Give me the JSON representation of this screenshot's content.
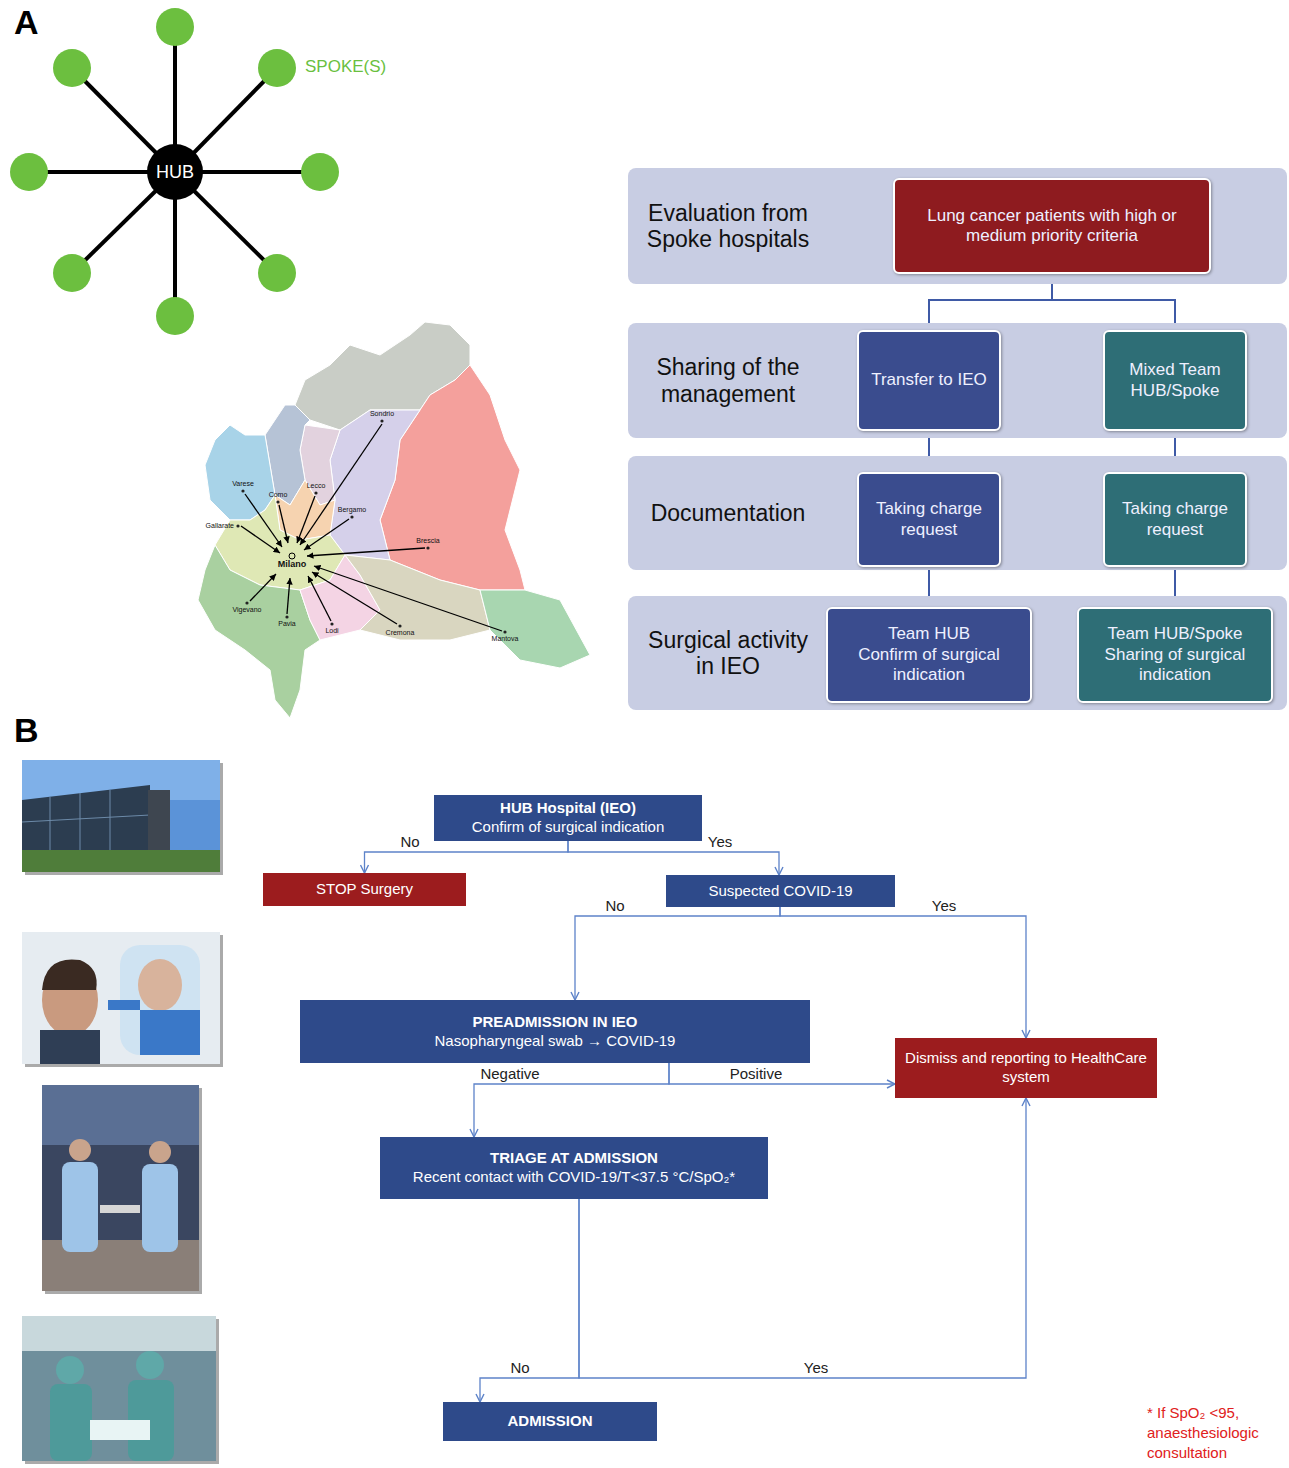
{
  "diagram": {
    "nodes": [
      {
        "text": [
          "HUB"
        ]
      },
      {
        "text": [
          "Evaluation from Spoke hospitals"
        ]
      },
      {
        "text": [
          "Lung cancer patients with high or medium priority criteria"
        ],
        "in": 1
      },
      {
        "text": [
          "Sharing of the management"
        ]
      },
      {
        "text": [
          "Transfer to IEO"
        ],
        "in": 3
      },
      {
        "text": [
          "Mixed Team HUB/Spoke"
        ],
        "in": 3
      },
      {
        "text": [
          "Documentation"
        ]
      },
      {
        "text": [
          "Taking charge request"
        ],
        "in": 6
      },
      {
        "text": [
          "Taking charge request"
        ],
        "in": 6
      },
      {
        "text": [
          "Surgical activity in IEO"
        ]
      },
      {
        "text": [
          "Team HUB",
          "Confirm of surgical indication"
        ],
        "in": 9
      },
      {
        "text": [
          "Team HUB/Spoke",
          "Sharing of surgical indication"
        ],
        "in": 9
      },
      {
        "text": [
          "HUB Hospital (IEO)",
          "Confirm of surgical indication"
        ]
      },
      {
        "text": [
          "STOP Surgery"
        ]
      },
      {
        "text": [
          "Suspected COVID-19"
        ]
      },
      {
        "text": [
          "PREADMISSION IN IEO",
          "Nasopharyngeal swab → COVID-19"
        ]
      },
      {
        "text": [
          "Dismiss and reporting to HealthCare system"
        ]
      },
      {
        "text": [
          "TRIAGE AT ADMISSION",
          "Recent contact with COVID-19/T<37.5 °C/SpO₂*"
        ]
      },
      {
        "text": [
          "ADMISSION"
        ]
      }
    ],
    "edges": [
      {
        "from": 2,
        "to": 4,
        "arrow": "none"
      },
      {
        "from": 2,
        "to": 5,
        "arrow": "none"
      },
      {
        "from": 4,
        "to": 7,
        "arrow": "none"
      },
      {
        "from": 5,
        "to": 8,
        "arrow": "none"
      },
      {
        "from": 7,
        "to": 10,
        "arrow": "none"
      },
      {
        "from": 8,
        "to": 11,
        "arrow": "none"
      },
      {
        "from": 12,
        "to": 13,
        "label": "No",
        "arrow": "to"
      },
      {
        "from": 12,
        "to": 14,
        "label": "Yes",
        "arrow": "to"
      },
      {
        "from": 14,
        "to": 15,
        "label": "No",
        "arrow": "to"
      },
      {
        "from": 14,
        "to": 16,
        "label": "Yes",
        "arrow": "to"
      },
      {
        "from": 15,
        "to": 17,
        "label": "Negative",
        "arrow": "to"
      },
      {
        "from": 15,
        "to": 16,
        "label": "Positive",
        "arrow": "to"
      },
      {
        "from": 17,
        "to": 18,
        "label": "No",
        "arrow": "to"
      },
      {
        "from": 17,
        "to": 16,
        "label": "Yes",
        "arrow": "to"
      }
    ],
    "labels": [
      "A",
      "SPOKE(S)",
      "Sondrio",
      "Varese",
      "Como",
      "Lecco",
      "Bergamo",
      "Gallarate",
      "Milano",
      "Brescia",
      "Vigevano",
      "Pavia",
      "Lodi",
      "Cremona",
      "Mantova",
      "B",
      "* If SpO₂ <95, anaesthesiologic consultation"
    ]
  }
}
